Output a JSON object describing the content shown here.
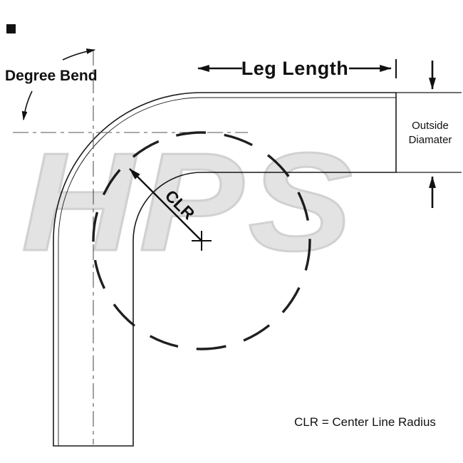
{
  "diagram": {
    "labels": {
      "degree_bend": "Degree Bend",
      "leg_length": "Leg Length",
      "outside_diameter_line1": "Outside",
      "outside_diameter_line2": "Diamater",
      "clr": "CLR",
      "footnote": "CLR = Center Line Radius"
    },
    "watermark": "HPS",
    "colors": {
      "line": "#1a1a1a",
      "watermark": "#dedede",
      "background": "#ffffff"
    }
  }
}
